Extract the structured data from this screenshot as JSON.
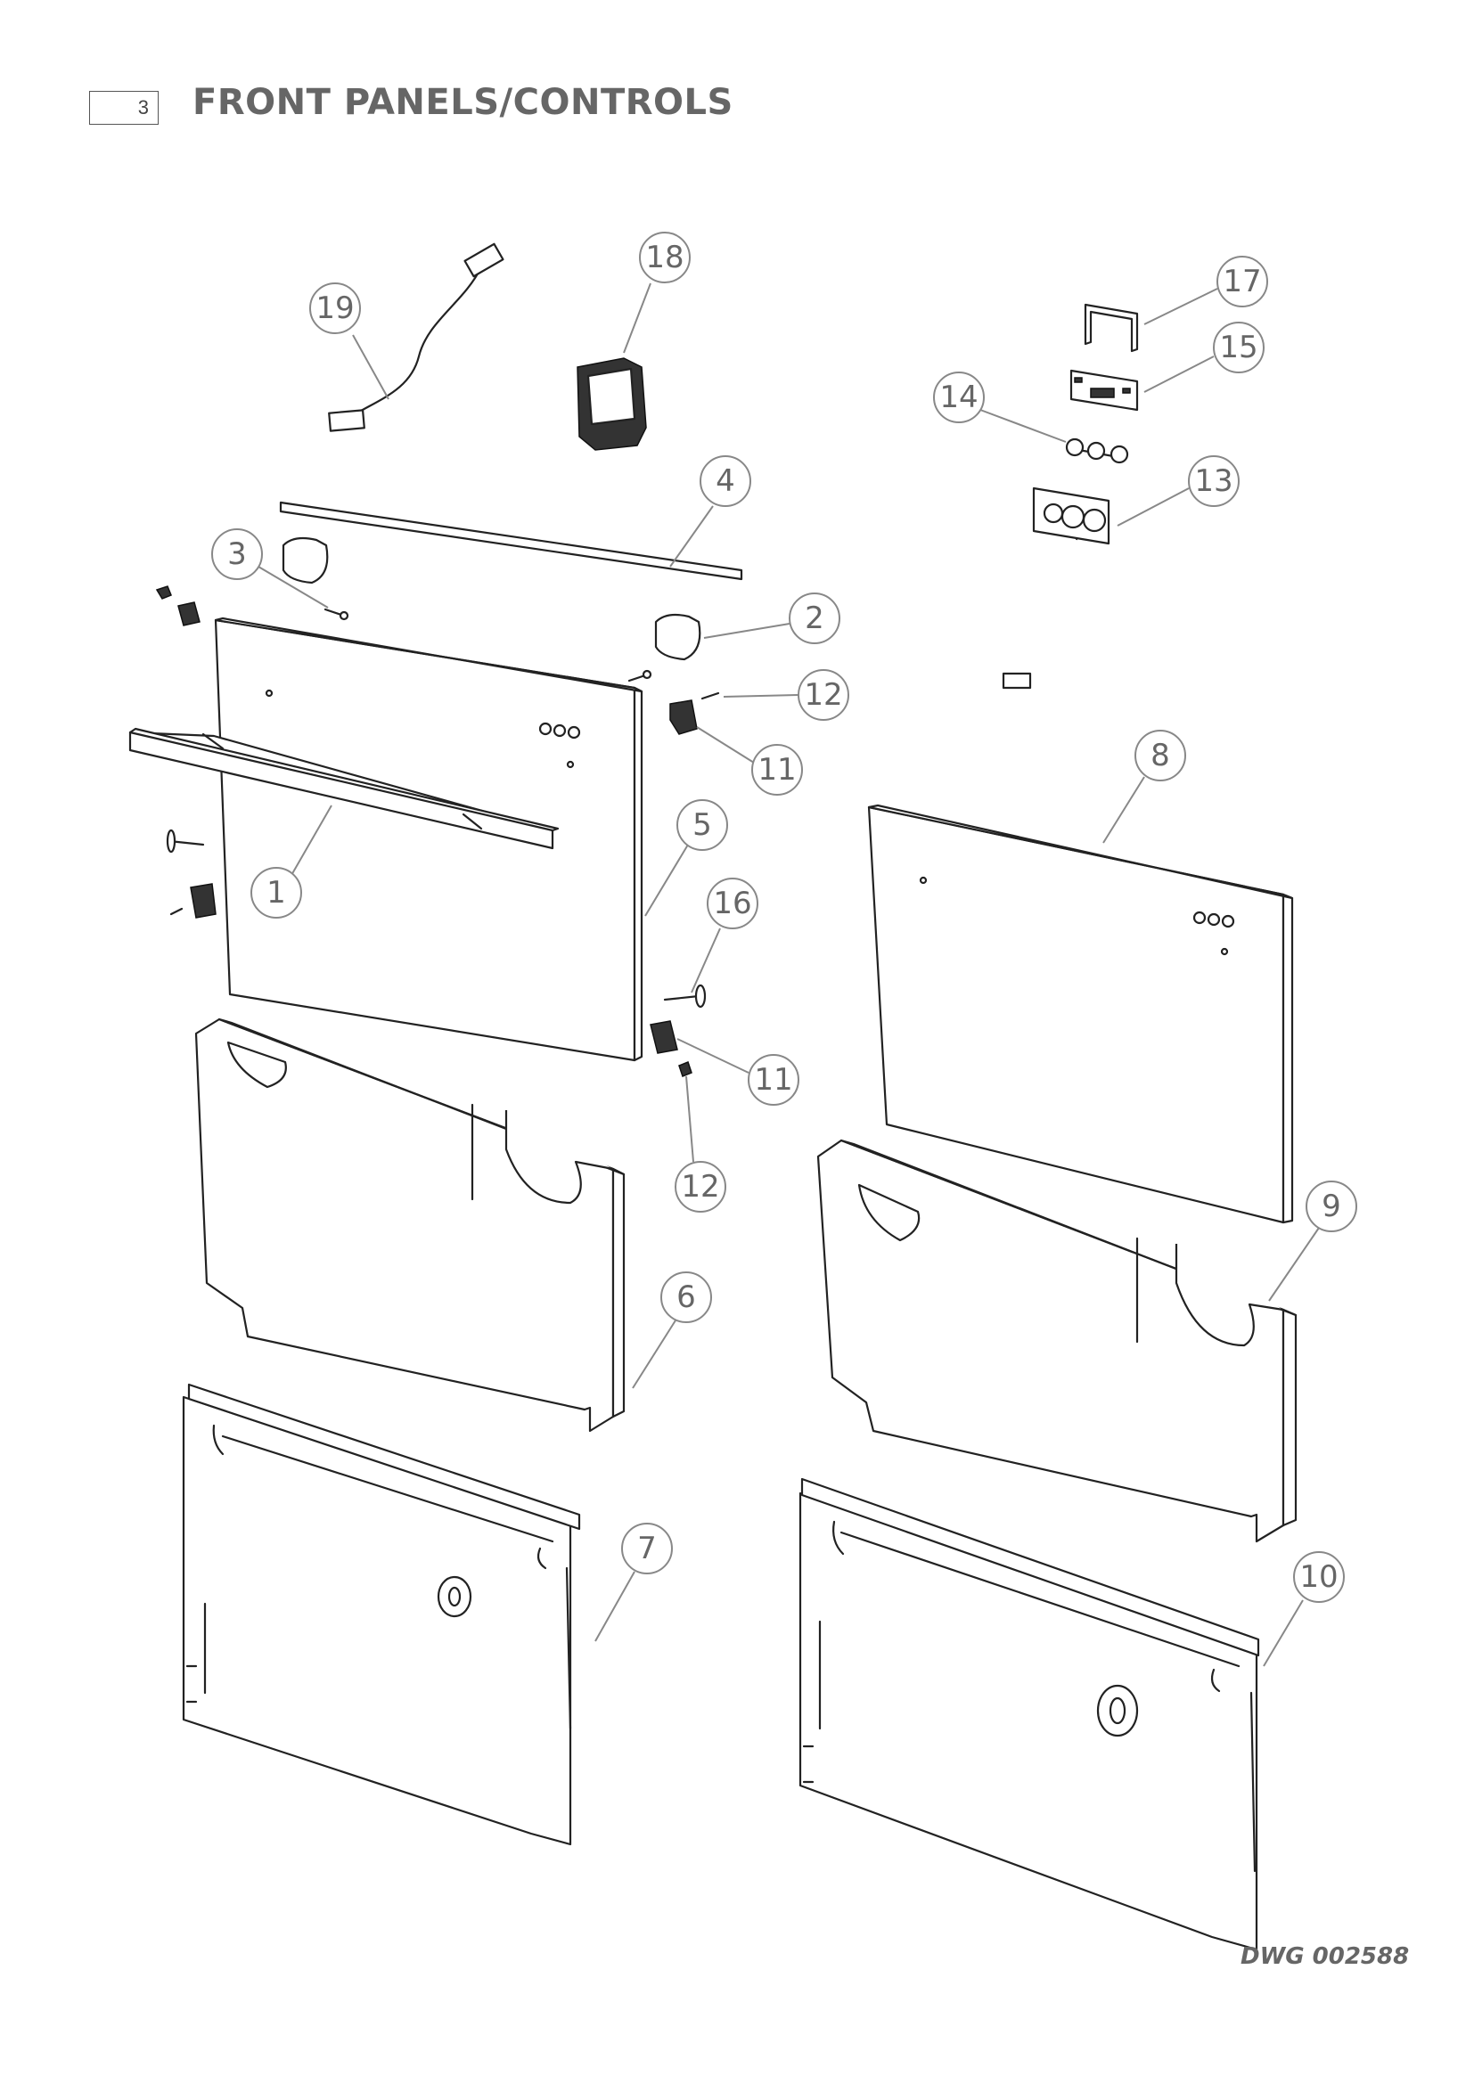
{
  "header": {
    "section_number": "3",
    "title": "FRONT PANELS/CONTROLS"
  },
  "footer": {
    "drawing_number": "DWG 002588"
  },
  "callouts": [
    {
      "id": "c1",
      "label": "1",
      "part": "handle"
    },
    {
      "id": "c2",
      "label": "2",
      "part": "right-end-cap"
    },
    {
      "id": "c3",
      "label": "3",
      "part": "screw"
    },
    {
      "id": "c4",
      "label": "4",
      "part": "top-strip"
    },
    {
      "id": "c5",
      "label": "5",
      "part": "front-door-panel"
    },
    {
      "id": "c6",
      "label": "6",
      "part": "insulation-panel-left"
    },
    {
      "id": "c7",
      "label": "7",
      "part": "inner-door-frame-left"
    },
    {
      "id": "c8",
      "label": "8",
      "part": "front-door-panel-right"
    },
    {
      "id": "c9",
      "label": "9",
      "part": "insulation-panel-right"
    },
    {
      "id": "c10",
      "label": "10",
      "part": "inner-door-frame-right"
    },
    {
      "id": "c11a",
      "label": "11",
      "part": "clip-upper"
    },
    {
      "id": "c11b",
      "label": "11",
      "part": "clip-lower"
    },
    {
      "id": "c12a",
      "label": "12",
      "part": "screw-upper"
    },
    {
      "id": "c12b",
      "label": "12",
      "part": "screw-lower"
    },
    {
      "id": "c13",
      "label": "13",
      "part": "button-housing-with-cable"
    },
    {
      "id": "c14",
      "label": "14",
      "part": "buttons"
    },
    {
      "id": "c15",
      "label": "15",
      "part": "control-pcb"
    },
    {
      "id": "c16",
      "label": "16",
      "part": "long-screw"
    },
    {
      "id": "c17",
      "label": "17",
      "part": "bracket"
    },
    {
      "id": "c18",
      "label": "18",
      "part": "controller-module"
    },
    {
      "id": "c19",
      "label": "19",
      "part": "wiring-harness"
    }
  ]
}
